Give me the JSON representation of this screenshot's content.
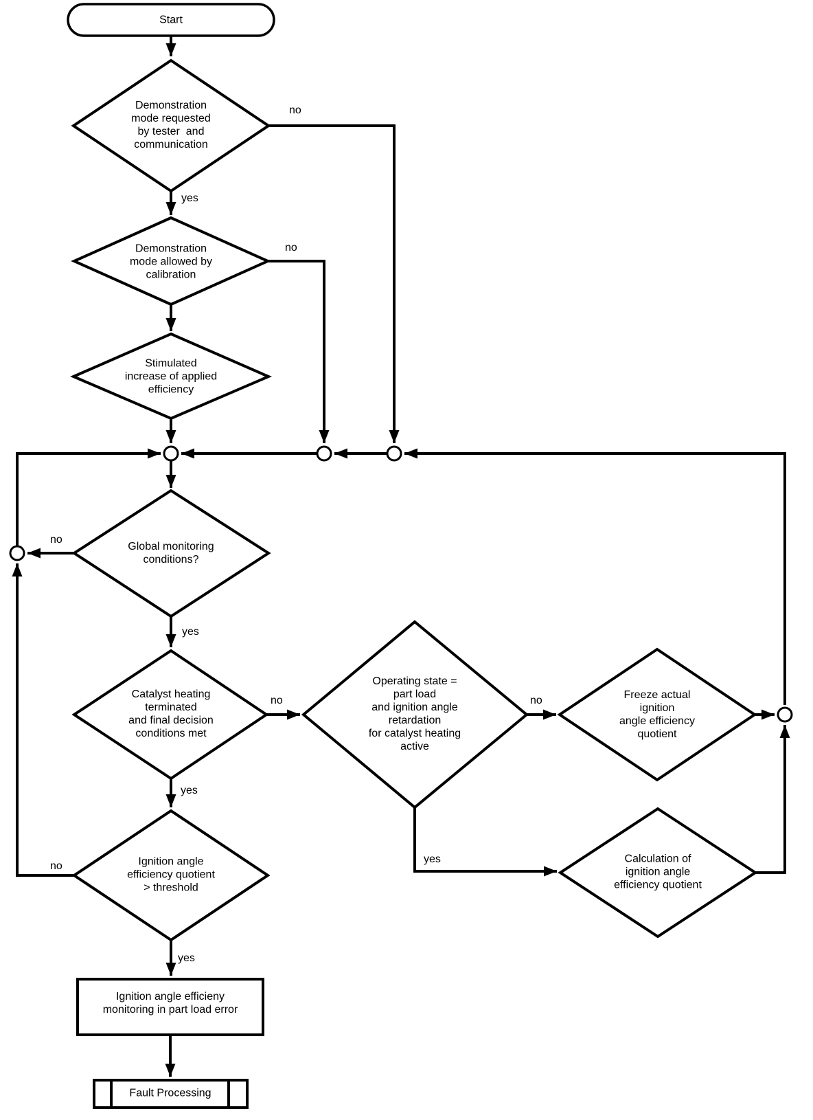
{
  "diagram_type": "flowchart",
  "colors": {
    "line": "#000000",
    "background": "#ffffff",
    "shape_fill": "#ffffff"
  },
  "nodes": {
    "start": {
      "type": "terminator",
      "label": "Start"
    },
    "demo_requested": {
      "type": "decision",
      "label": "Demonstration\nmode requested\nby tester  and\ncommunication"
    },
    "demo_allowed": {
      "type": "decision",
      "label": "Demonstration\nmode allowed by\ncalibration"
    },
    "stimulated": {
      "type": "decision",
      "label": "Stimulated\nincrease of applied\nefficiency"
    },
    "global_conditions": {
      "type": "decision",
      "label": "Global monitoring\nconditions?"
    },
    "catalyst_heating": {
      "type": "decision",
      "label": "Catalyst heating\nterminated\nand final decision\nconditions met"
    },
    "operating_state": {
      "type": "decision",
      "label": "Operating state =\npart load\nand ignition angle\nretardation\nfor catalyst heating\nactive"
    },
    "freeze_quotient": {
      "type": "decision",
      "label": "Freeze actual\nignition\nangle efficiency\nquotient"
    },
    "calc_quotient": {
      "type": "decision",
      "label": "Calculation of\nignition angle\nefficiency quotient"
    },
    "threshold": {
      "type": "decision",
      "label": "Ignition angle\nefficiency quotient\n> threshold"
    },
    "error_state": {
      "type": "process",
      "label": "Ignition angle efficieny\nmonitoring in part load error"
    },
    "fault_processing": {
      "type": "predefined-process",
      "label": "Fault Processing"
    }
  },
  "edge_labels": {
    "demo_requested_no": "no",
    "demo_requested_yes": "yes",
    "demo_allowed_no": "no",
    "global_conditions_no": "no",
    "global_conditions_yes": "yes",
    "catalyst_heating_no": "no",
    "catalyst_heating_yes": "yes",
    "operating_state_no": "no",
    "operating_state_yes": "yes",
    "threshold_no": "no",
    "threshold_yes": "yes"
  }
}
